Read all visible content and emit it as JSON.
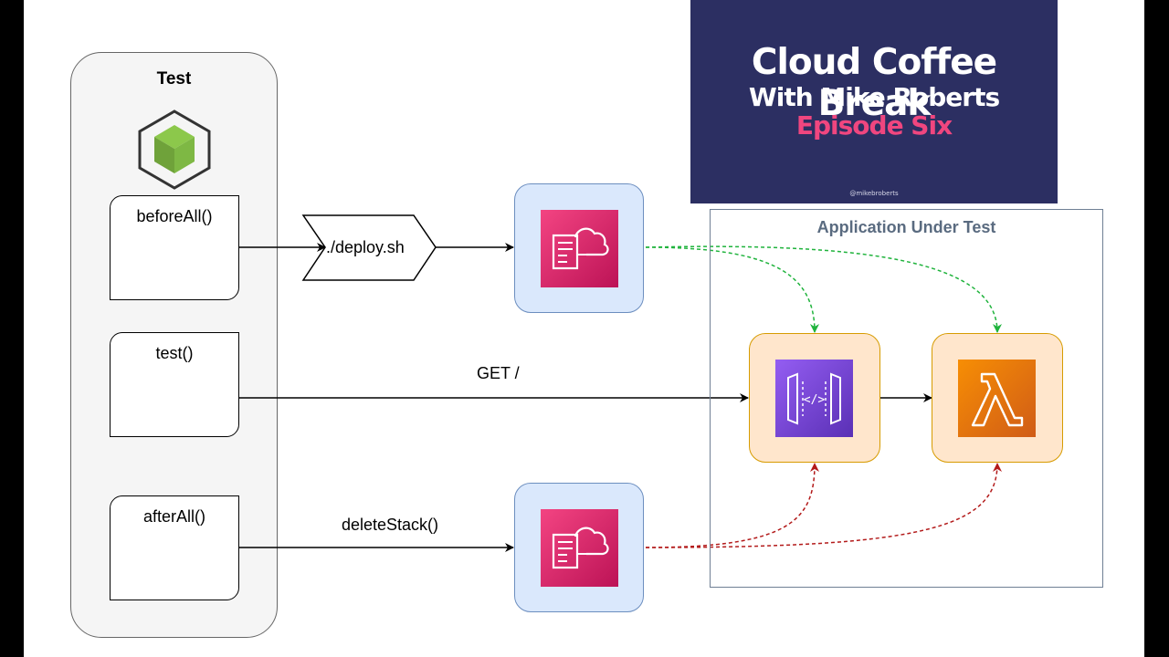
{
  "test": {
    "title": "Test",
    "hooks": [
      "beforeAll()",
      "test()",
      "afterAll()"
    ]
  },
  "edges": {
    "deploy": "./deploy.sh",
    "get": "GET /",
    "delete": "deleteStack()"
  },
  "aut": {
    "title": "Application Under Test"
  },
  "banner": {
    "line1": "Cloud Coffee Break",
    "line2": "With Mike Roberts",
    "line3": "Episode Six",
    "handle": "@mikebroberts"
  },
  "colors": {
    "deploy_arrow": "#1fb33c",
    "delete_arrow": "#b31a1a",
    "banner_bg": "#2c2f62",
    "banner_accent": "#f0467f"
  },
  "icons": {
    "test_framework": "nodejs-cube-icon",
    "stack": "cloudformation-icon",
    "api": "api-gateway-icon",
    "function": "lambda-icon"
  }
}
